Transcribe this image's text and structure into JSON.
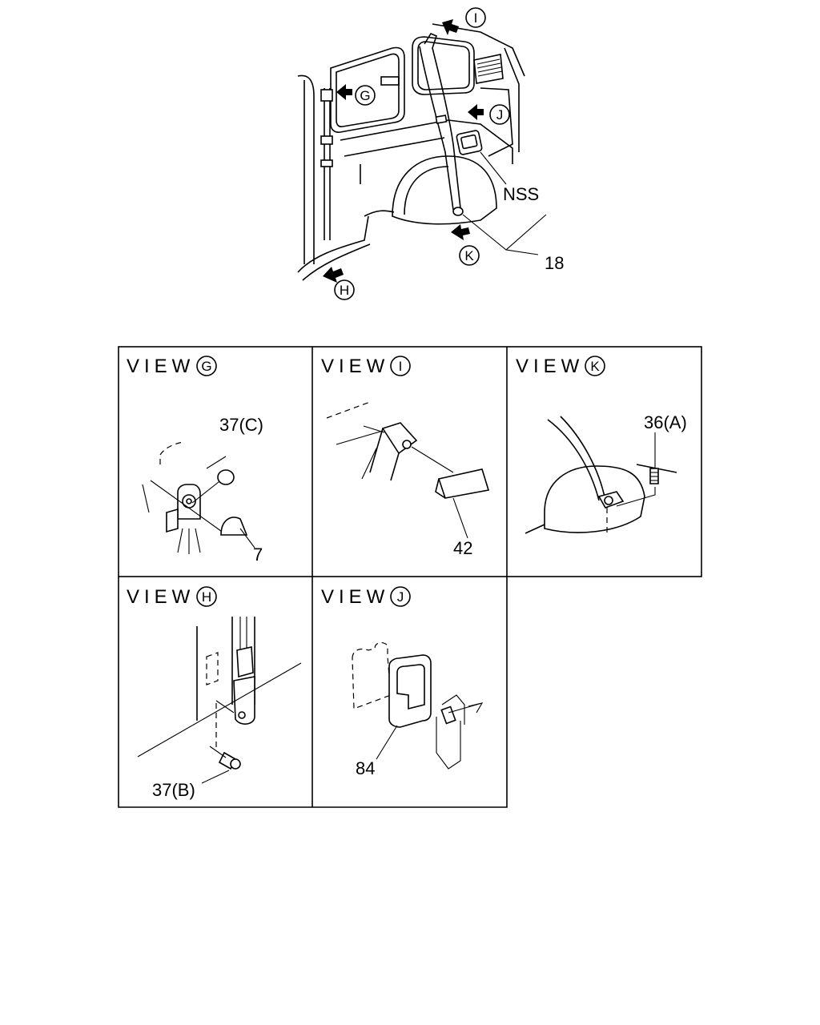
{
  "main_view": {
    "callouts": {
      "g": "G",
      "h": "H",
      "i": "I",
      "j": "J",
      "k": "K"
    },
    "labels": {
      "nss": "NSS",
      "part_18": "18"
    }
  },
  "views": {
    "g": {
      "word": "VIEW",
      "letter": "G",
      "parts": [
        "37(C)",
        "7"
      ]
    },
    "i": {
      "word": "VIEW",
      "letter": "I",
      "parts": [
        "42"
      ]
    },
    "k": {
      "word": "VIEW",
      "letter": "K",
      "parts": [
        "36(A)"
      ]
    },
    "h": {
      "word": "VIEW",
      "letter": "H",
      "parts": [
        "37(B)"
      ]
    },
    "j": {
      "word": "VIEW",
      "letter": "J",
      "parts": [
        "84"
      ]
    }
  }
}
